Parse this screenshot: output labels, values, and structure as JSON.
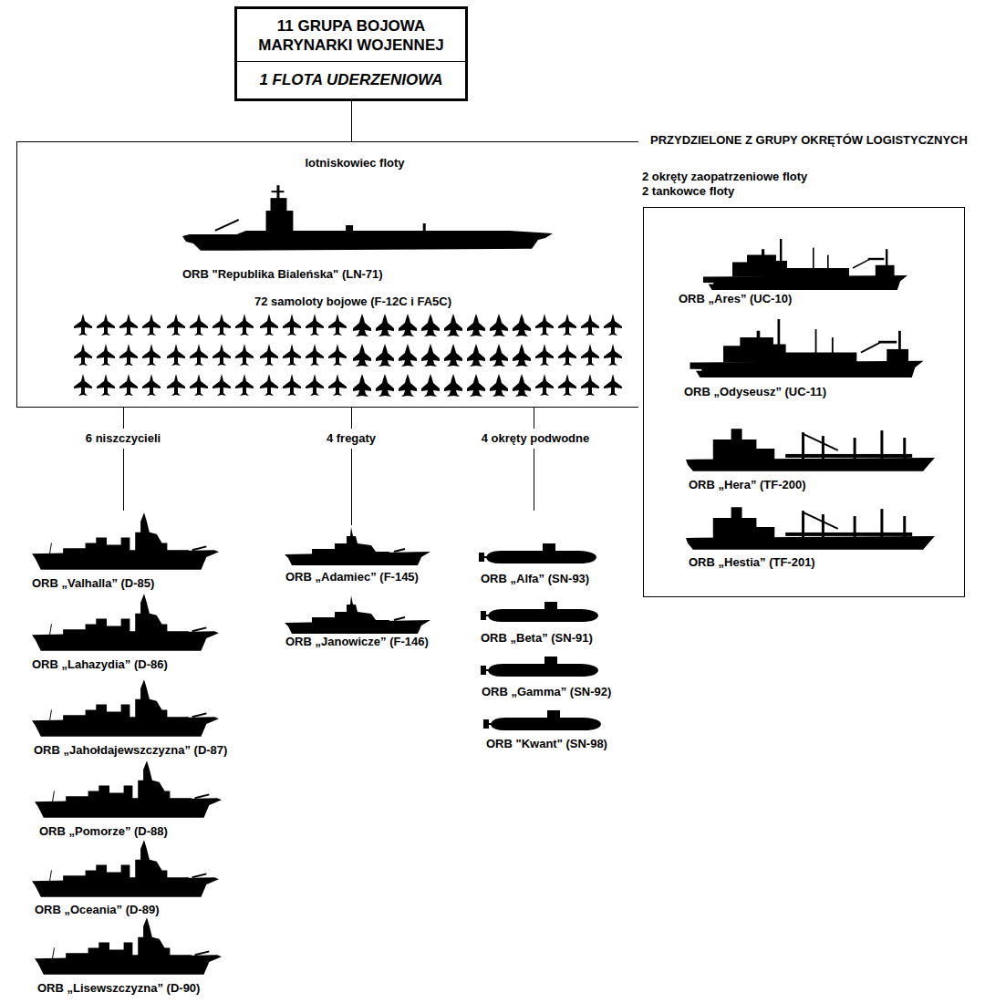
{
  "diagram": {
    "nodes": [
      {
        "text": [
          "11 GRUPA BOJOWA MARYNARKI WOJENNEJ",
          "1 FLOTA UDERZENIOWA"
        ]
      },
      {
        "text": [
          "lotniskowiec floty",
          "ORB \"Republika Bialeńska\" (LN-71)",
          "72 samoloty bojowe (F-12C i FA5C)"
        ]
      },
      {
        "text": [
          "2 okręty zaopatrzeniowe floty",
          "2 tankowce floty",
          "ORB „Ares” (UC-10)",
          "ORB „Odyseusz” (UC-11)",
          "ORB „Hera” (TF-200)",
          "ORB „Hestia” (TF-201)"
        ]
      }
    ],
    "edges": [
      {
        "from": 0,
        "to": 1,
        "arrow": "none"
      }
    ],
    "labels": [
      "PRZYDZIELONE Z GRUPY OKRĘTÓW LOGISTYCZNYCH",
      "6 niszczycieli",
      "4 fregaty",
      "4 okręty podwodne",
      "ORB „Valhalla” (D-85)",
      "ORB „Lahazydia” (D-86)",
      "ORB „Jahołdajewszczyzna” (D-87)",
      "ORB „Pomorze” (D-88)",
      "ORB „Oceania” (D-89)",
      "ORB „Lisewszczyzna” (D-90)",
      "ORB „Adamiec” (F-145)",
      "ORB „Janowicze” (F-146)",
      "ORB „Alfa” (SN-93)",
      "ORB „Beta” (SN-91)",
      "ORB „Gamma” (SN-92)",
      "ORB \"Kwant\" (SN-98)"
    ]
  }
}
